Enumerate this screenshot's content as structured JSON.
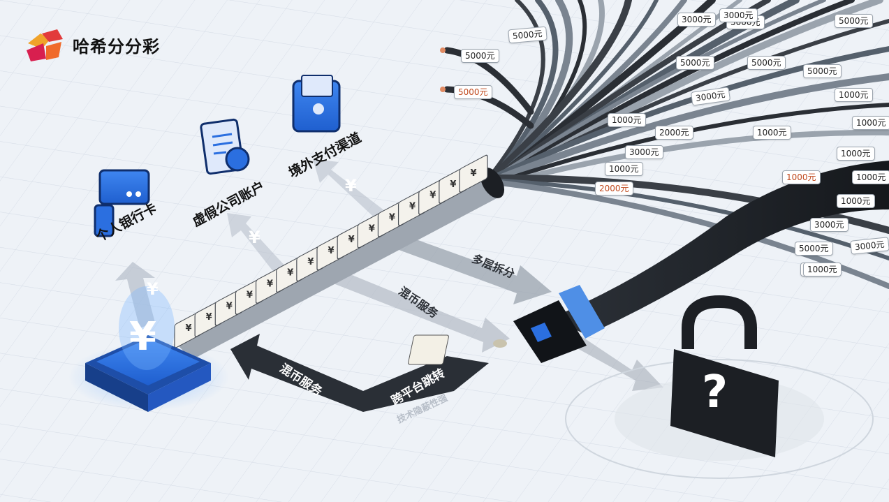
{
  "brand": {
    "name": "哈希分分彩",
    "logo_icon": "hash-logo-icon"
  },
  "channels": [
    {
      "label": "个人银行卡",
      "icon": "bank-card-icon"
    },
    {
      "label": "虚假公司账户",
      "icon": "invoice-document-icon"
    },
    {
      "label": "境外支付渠道",
      "icon": "wallet-icon"
    }
  ],
  "flows": {
    "split": "多层拆分",
    "mix_upper": "混币服务",
    "mix_lower": "混币服务",
    "cross_platform": "跨平台跳转",
    "faded_note": "技术隐蔽性强",
    "currency_symbol": "¥"
  },
  "amount_tags": [
    "5000元",
    "5000元",
    "5000元",
    "1000元",
    "3000元",
    "3000元",
    "5000元",
    "5000元",
    "5000元",
    "1000元",
    "5000元",
    "1000元",
    "5000元",
    "1000元",
    "2000元",
    "1000元",
    "1000元",
    "3000元",
    "1000元",
    "1000元",
    "2000元",
    "1000元",
    "1000元",
    "3000元",
    "5000元",
    "3000元",
    "1000元",
    "3000元"
  ],
  "lock": {
    "symbol": "?",
    "icon": "padlock-question-icon"
  },
  "colors": {
    "accent_blue": "#2b6fe0",
    "cable_dark": "#1f2329",
    "highlight_tag": "#c0481c"
  }
}
